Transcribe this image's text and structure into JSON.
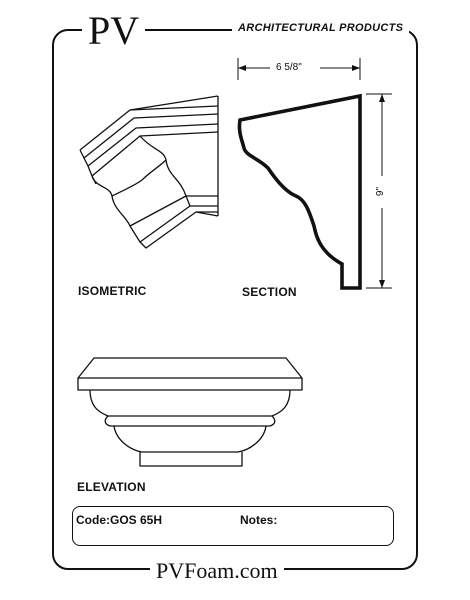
{
  "header": {
    "brand": "PV",
    "tagline": "ARCHITECTURAL PRODUCTS"
  },
  "views": {
    "isometric": "ISOMETRIC",
    "section": "SECTION",
    "elevation": "ELEVATION"
  },
  "dimensions": {
    "width": "6 5/8\"",
    "height": "9\""
  },
  "footer": {
    "code": "Code:GOS 65H",
    "notes": "Notes:",
    "website": "PVFoam.com"
  }
}
